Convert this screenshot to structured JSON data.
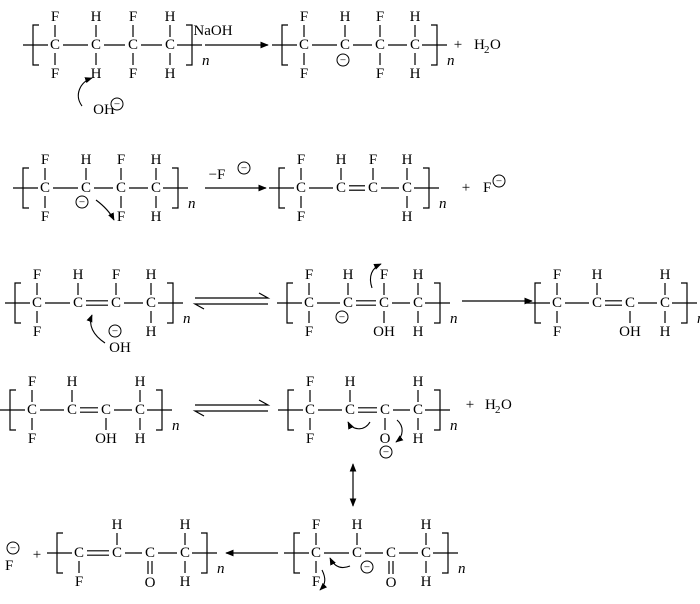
{
  "atoms": {
    "carbon": "C",
    "fluorine": "F",
    "hydrogen": "H",
    "oxygen": "O"
  },
  "groups": {
    "hydroxide": "OH",
    "hydroxyl": "OH",
    "water": "H",
    "water_sub": "2",
    "water_tail": "O"
  },
  "signs": {
    "plus": "+",
    "minus": "−"
  },
  "subscript_n": "n",
  "reagents": {
    "base": "NaOH",
    "fluoride_loss": "−F"
  },
  "colors": {
    "ink": "#000000",
    "background": "#ffffff"
  }
}
